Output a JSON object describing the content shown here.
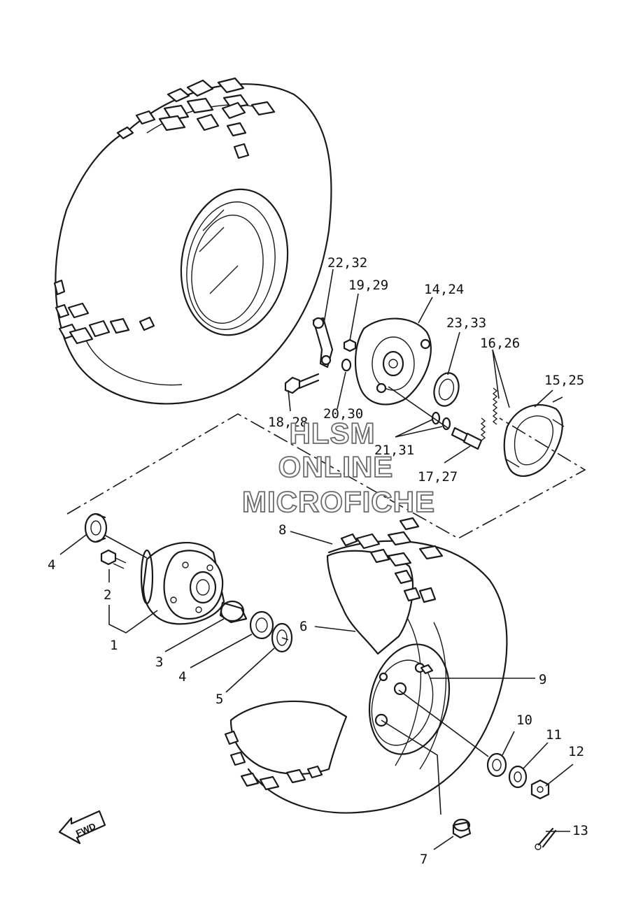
{
  "watermark": {
    "line1": "HLSM",
    "line2": "ONLINE",
    "line3": "MICROFICHE"
  },
  "direction_badge": "FWD",
  "callouts": [
    {
      "id": "c1",
      "label": "1"
    },
    {
      "id": "c2",
      "label": "2"
    },
    {
      "id": "c3",
      "label": "3"
    },
    {
      "id": "c4a",
      "label": "4"
    },
    {
      "id": "c4b",
      "label": "4"
    },
    {
      "id": "c5",
      "label": "5"
    },
    {
      "id": "c6",
      "label": "6"
    },
    {
      "id": "c7",
      "label": "7"
    },
    {
      "id": "c8",
      "label": "8"
    },
    {
      "id": "c9",
      "label": "9"
    },
    {
      "id": "c10",
      "label": "10"
    },
    {
      "id": "c11",
      "label": "11"
    },
    {
      "id": "c12",
      "label": "12"
    },
    {
      "id": "c13",
      "label": "13"
    },
    {
      "id": "c14",
      "label": "14,24"
    },
    {
      "id": "c15",
      "label": "15,25"
    },
    {
      "id": "c16",
      "label": "16,26"
    },
    {
      "id": "c17",
      "label": "17,27"
    },
    {
      "id": "c18",
      "label": "18,28"
    },
    {
      "id": "c19",
      "label": "19,29"
    },
    {
      "id": "c20",
      "label": "20,30"
    },
    {
      "id": "c21",
      "label": "21,31"
    },
    {
      "id": "c22",
      "label": "22,32"
    },
    {
      "id": "c23",
      "label": "23,33"
    }
  ]
}
